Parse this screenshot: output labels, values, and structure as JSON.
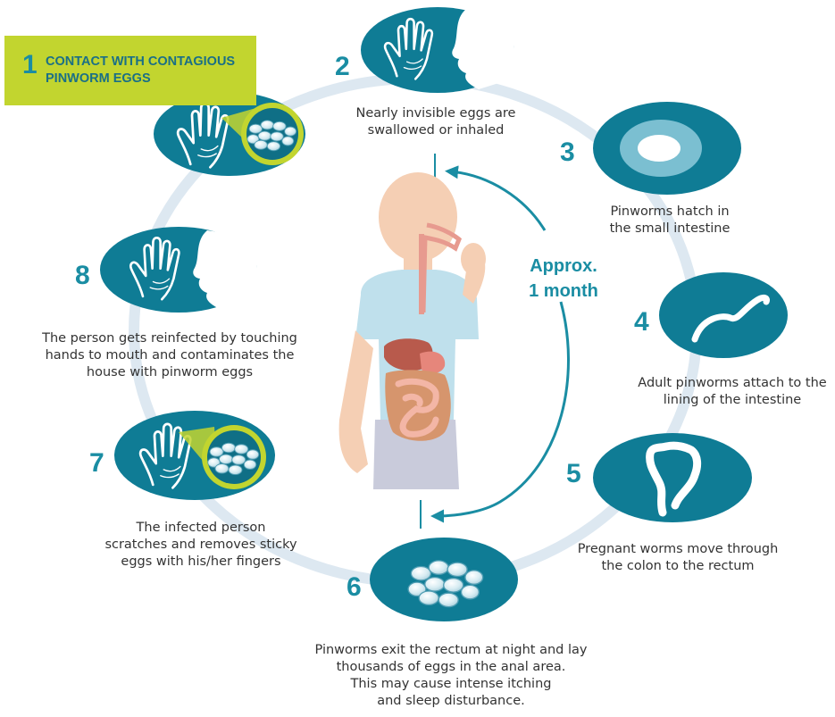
{
  "banner": {
    "number": "1",
    "title": "CONTACT WITH CONTAGIOUS\nPINWORM EGGS"
  },
  "cycle_center": {
    "duration": "Approx.\n1 month"
  },
  "steps": [
    {
      "number": "2",
      "caption": "Nearly invisible eggs are\nswallowed or inhaled"
    },
    {
      "number": "3",
      "caption": "Pinworms hatch in\nthe small intestine"
    },
    {
      "number": "4",
      "caption": "Adult pinworms attach to the\nlining of the intestine"
    },
    {
      "number": "5",
      "caption": "Pregnant worms move through\nthe colon to the rectum"
    },
    {
      "number": "6",
      "caption": "Pinworms exit the rectum at night and lay\nthousands of eggs in the anal area.\nThis may cause intense itching\nand sleep disturbance."
    },
    {
      "number": "7",
      "caption": "The infected person\nscratches and removes sticky\neggs with his/her fingers"
    },
    {
      "number": "8",
      "caption": "The person gets reinfected by touching\nhands to mouth and contaminates the\nhouse with pinworm eggs"
    }
  ],
  "colors": {
    "teal": "#1a8da3",
    "dark_teal": "#0f6f86",
    "ring": "#dde8f1",
    "lime": "#c2d52f",
    "egg": "#cfe6ee",
    "skin": "#f5cfb4",
    "shirt": "#bfe0ec",
    "pants": "#c9cbdb"
  },
  "icons": [
    "hand-icon",
    "face-profile-icon",
    "egg-cluster-icon",
    "egg-icon",
    "worm-icon",
    "colon-icon",
    "child-digestive-system-icon",
    "cycle-arrow-icon"
  ]
}
